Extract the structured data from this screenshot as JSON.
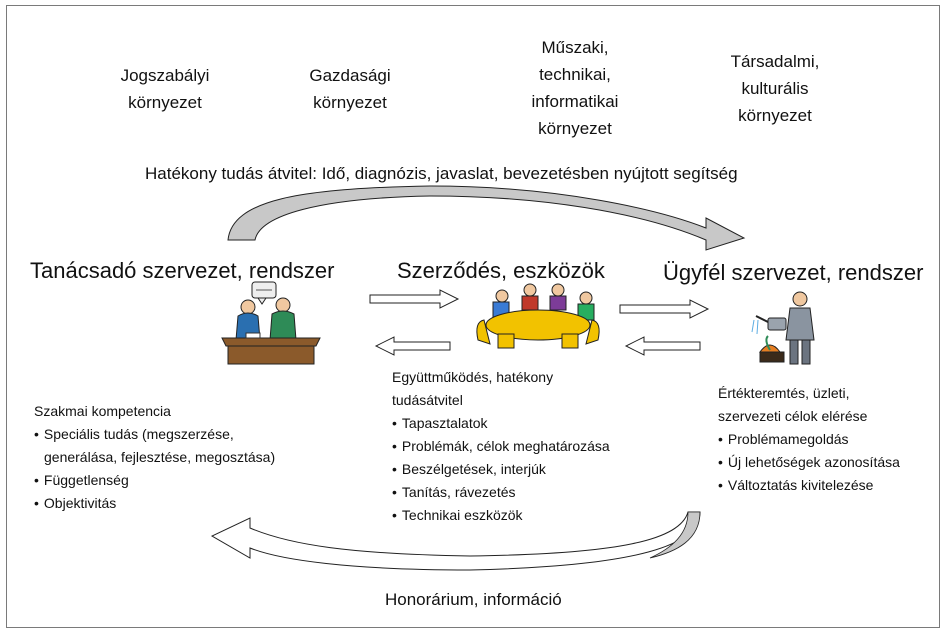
{
  "environments": [
    {
      "lines": [
        "Jogszabályi",
        "környezet"
      ]
    },
    {
      "lines": [
        "Gazdasági",
        "környezet"
      ]
    },
    {
      "lines": [
        "Műszaki,",
        "technikai,",
        "informatikai",
        "környezet"
      ]
    },
    {
      "lines": [
        "Társadalmi,",
        "kulturális",
        "környezet"
      ]
    }
  ],
  "top_caption": "Hatékony tudás átvitel: Idő, diagnózis, javaslat, bevezetésben nyújtott segítség",
  "headings": {
    "consultant": "Tanácsadó szervezet, rendszer",
    "contract": "Szerződés, eszközök",
    "client": "Ügyfél szervezet, rendszer"
  },
  "consultant_block": {
    "title": "Szakmai kompetencia",
    "items": [
      "Speciális tudás (megszerzése,",
      "Függetlenség",
      "Objektivitás"
    ],
    "item0_cont": "generálása, fejlesztése, megosztása)"
  },
  "contract_block": {
    "title_lines": [
      "Együttműködés, hatékony",
      "tudásátvitel"
    ],
    "items": [
      "Tapasztalatok",
      "Problémák, célok meghatározása",
      "Beszélgetések, interjúk",
      "Tanítás, rávezetés",
      "Technikai eszközök"
    ]
  },
  "client_block": {
    "title_lines": [
      "Értékteremtés, üzleti,",
      "szervezeti célok elérése"
    ],
    "items": [
      "Problémamegoldás",
      "Új lehetőségek azonosítása",
      "Változtatás kivitelezése"
    ]
  },
  "bottom_caption": "Honorárium, információ",
  "colors": {
    "arrow_fill": "#c8c8c8",
    "stroke": "#222222",
    "table": "#8b5a2b",
    "chairs": "#f2c200"
  },
  "icons": [
    "meeting-clipart-icon",
    "round-table-clipart-icon",
    "watering-plant-clipart-icon"
  ]
}
